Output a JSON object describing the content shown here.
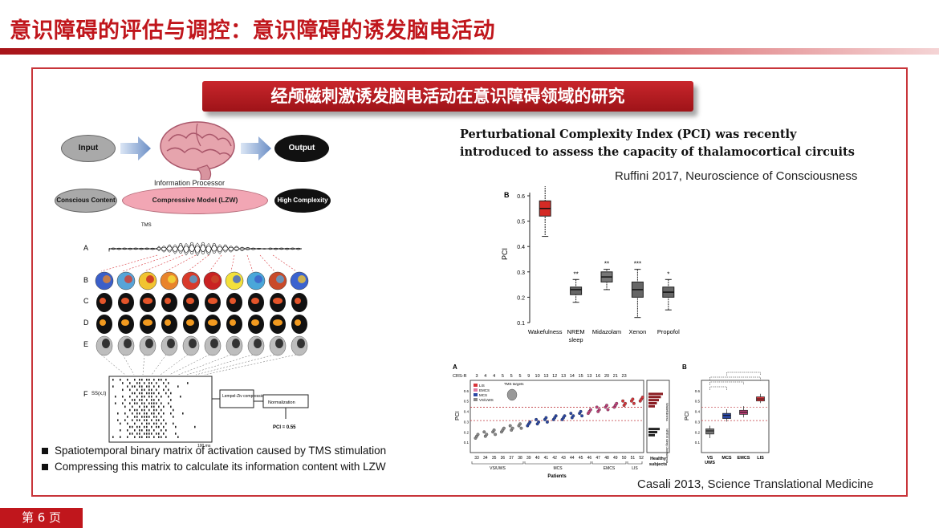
{
  "slide": {
    "title": "意识障碍的评估与调控：意识障碍的诱发脑电活动",
    "banner": "经颅磁刺激诱发脑电活动在意识障碍领域的研究",
    "page": "第 6 页"
  },
  "left_figure": {
    "input": "Input",
    "output": "Output",
    "processor": "Information Processor",
    "conscious": "Conscious Content",
    "model": "Compressive Model (LZW)",
    "high": "High Complexity",
    "row_labels": [
      "A",
      "B",
      "C",
      "D",
      "E",
      "F"
    ],
    "tms": "TMS",
    "ss": "SS(x,t)",
    "lz": "Lempel-Ziv compression",
    "norm": "Normalization",
    "pci_val": "PCI = 0.55",
    "time": "100 ms"
  },
  "bullets": [
    "Spatiotemporal binary matrix of activation caused by TMS stimulation",
    "Compressing this matrix to calculate its information content with LZW"
  ],
  "pci_intro": {
    "line1": "Perturbational Complexity Index (PCI) was recently",
    "line2": "introduced to assess the capacity of thalamocortical circuits"
  },
  "refs": {
    "ruffini": "Ruffini 2017, Neuroscience of Consciousness",
    "casali": "Casali 2013, Science Translational Medicine"
  },
  "chart_data": [
    {
      "type": "box",
      "panel": "B",
      "ylabel": "PCI",
      "ylim": [
        0.1,
        0.6
      ],
      "yticks": [
        0.1,
        0.2,
        0.3,
        0.4,
        0.5,
        0.6
      ],
      "categories": [
        "Wakefulness",
        "NREM sleep",
        "Midazolam",
        "Xenon",
        "Propofol"
      ],
      "boxes": [
        {
          "min": 0.44,
          "q1": 0.52,
          "median": 0.55,
          "q3": 0.58,
          "max": 0.66,
          "sig": ""
        },
        {
          "min": 0.18,
          "q1": 0.21,
          "median": 0.23,
          "q3": 0.24,
          "max": 0.27,
          "sig": "**"
        },
        {
          "min": 0.23,
          "q1": 0.26,
          "median": 0.28,
          "q3": 0.3,
          "max": 0.31,
          "sig": "**"
        },
        {
          "min": 0.12,
          "q1": 0.2,
          "median": 0.23,
          "q3": 0.26,
          "max": 0.31,
          "sig": "***"
        },
        {
          "min": 0.15,
          "q1": 0.2,
          "median": 0.22,
          "q3": 0.24,
          "max": 0.27,
          "sig": "*"
        }
      ],
      "colors": [
        "#d42a25",
        "#666666",
        "#777777",
        "#666666",
        "#666666"
      ]
    },
    {
      "type": "scatter",
      "panel": "A",
      "ylabel": "PCI",
      "xlabel": "Patients",
      "ylim": [
        0,
        0.7
      ],
      "legend": [
        "LIS",
        "EMCS",
        "MCS",
        "VS/UWS"
      ],
      "legend_colors": [
        "#d8353a",
        "#e07aa0",
        "#2a47a4",
        "#888888"
      ],
      "legend_title": "TMS targets",
      "crs_label": "CRS-R",
      "crs_values": [
        "3",
        "4",
        "4",
        "5",
        "5",
        "5",
        "9",
        "10",
        "13",
        "12",
        "13",
        "14",
        "15",
        "13",
        "16",
        "20",
        "21",
        "23"
      ],
      "patient_ids": [
        "33",
        "34",
        "35",
        "36",
        "37",
        "38",
        "39",
        "40",
        "41",
        "42",
        "43",
        "44",
        "45",
        "46",
        "47",
        "48",
        "49",
        "50",
        "51",
        "52"
      ],
      "groups": [
        "VS/UWS",
        "MCS",
        "EMCS",
        "LIS"
      ],
      "healthy": "Healthy subjects",
      "side_labels": [
        "Wakefulness",
        "NREM sleep Anesthesia"
      ]
    },
    {
      "type": "box",
      "panel": "B",
      "ylabel": "PCI",
      "ylim": [
        0,
        0.7
      ],
      "categories": [
        "VS UWS",
        "MCS",
        "EMCS",
        "LIS"
      ],
      "boxes": [
        {
          "min": 0.14,
          "q1": 0.18,
          "median": 0.21,
          "q3": 0.23,
          "max": 0.26
        },
        {
          "min": 0.3,
          "q1": 0.33,
          "median": 0.36,
          "q3": 0.38,
          "max": 0.42
        },
        {
          "min": 0.34,
          "q1": 0.37,
          "median": 0.39,
          "q3": 0.41,
          "max": 0.45
        },
        {
          "min": 0.48,
          "q1": 0.5,
          "median": 0.52,
          "q3": 0.54,
          "max": 0.57
        }
      ],
      "colors": [
        "#777777",
        "#2a47a4",
        "#c0407a",
        "#d8353a"
      ]
    }
  ]
}
